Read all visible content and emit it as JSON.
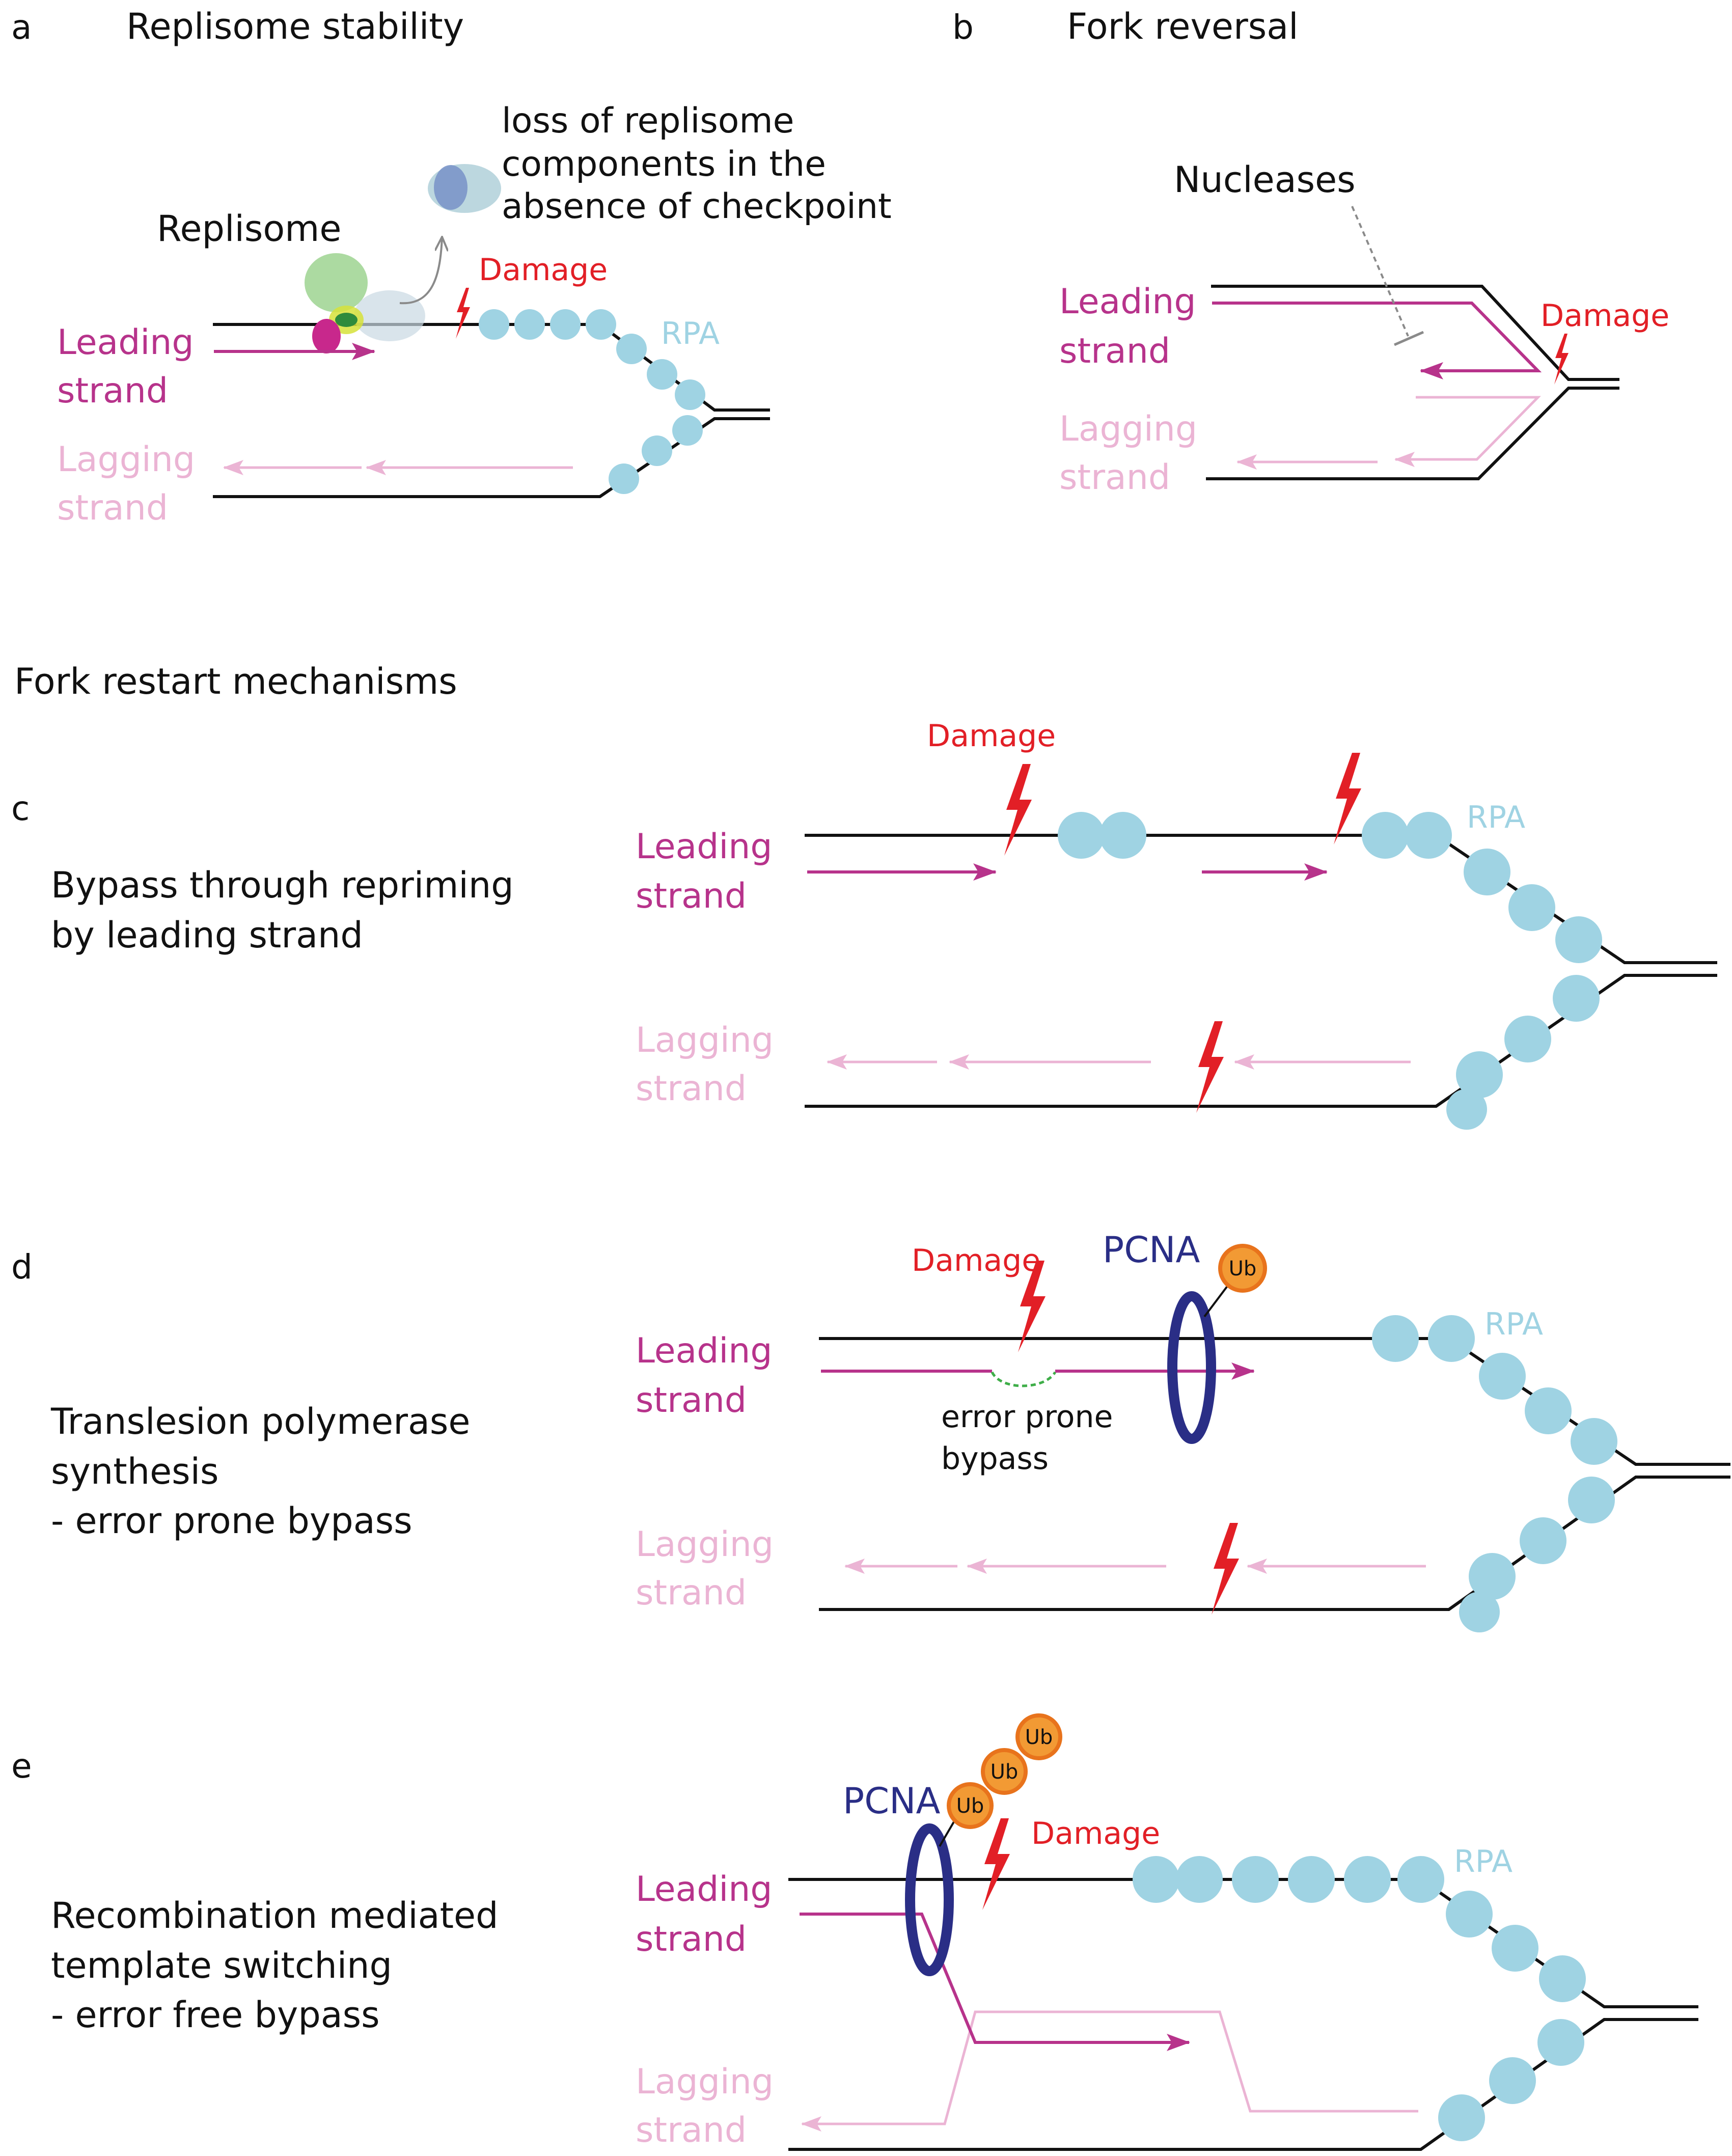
{
  "colors": {
    "template": "#111111",
    "leading": "#b7338b",
    "lagging": "#ebb4d4",
    "damage": "#e21f26",
    "rpa": "#9fd3e3",
    "pcna": "#2a2e86",
    "ub": "#f29a34",
    "replisome_green": "#9ed391",
    "replisome_magenta": "#c8288c"
  },
  "icons": [
    "damage-lightning-icon",
    "rpa-bead-icon",
    "pcna-ring-icon",
    "ubiquitin-icon",
    "replisome-icon"
  ],
  "panel_a": {
    "letter": "a",
    "title": "Replisome stability",
    "replisome": "Replisome",
    "loss_line1": "loss of replisome",
    "loss_line2": "components in the",
    "loss_line3": "absence of checkpoint",
    "damage": "Damage",
    "rpa": "RPA",
    "leading1": "Leading",
    "leading2": "strand",
    "lagging1": "Lagging",
    "lagging2": "strand"
  },
  "panel_b": {
    "letter": "b",
    "title": "Fork reversal",
    "nucleases": "Nucleases",
    "damage": "Damage",
    "leading1": "Leading",
    "leading2": "strand",
    "lagging1": "Lagging",
    "lagging2": "strand"
  },
  "section_title": "Fork restart mechanisms",
  "panel_c": {
    "letter": "c",
    "desc1": "Bypass through repriming",
    "desc2": "by leading strand",
    "damage": "Damage",
    "rpa": "RPA",
    "leading1": "Leading",
    "leading2": "strand",
    "lagging1": "Lagging",
    "lagging2": "strand"
  },
  "panel_d": {
    "letter": "d",
    "desc1": "Translesion polymerase",
    "desc2": "synthesis",
    "desc3": "- error prone bypass",
    "damage": "Damage",
    "pcna": "PCNA",
    "ub": "Ub",
    "error1": "error prone",
    "error2": "bypass",
    "rpa": "RPA",
    "leading1": "Leading",
    "leading2": "strand",
    "lagging1": "Lagging",
    "lagging2": "strand"
  },
  "panel_e": {
    "letter": "e",
    "desc1": "Recombination mediated",
    "desc2": "template switching",
    "desc3": "- error free bypass",
    "pcna": "PCNA",
    "ub1": "Ub",
    "ub2": "Ub",
    "ub3": "Ub",
    "damage": "Damage",
    "rpa": "RPA",
    "leading1": "Leading",
    "leading2": "strand",
    "lagging1": "Lagging",
    "lagging2": "strand"
  }
}
